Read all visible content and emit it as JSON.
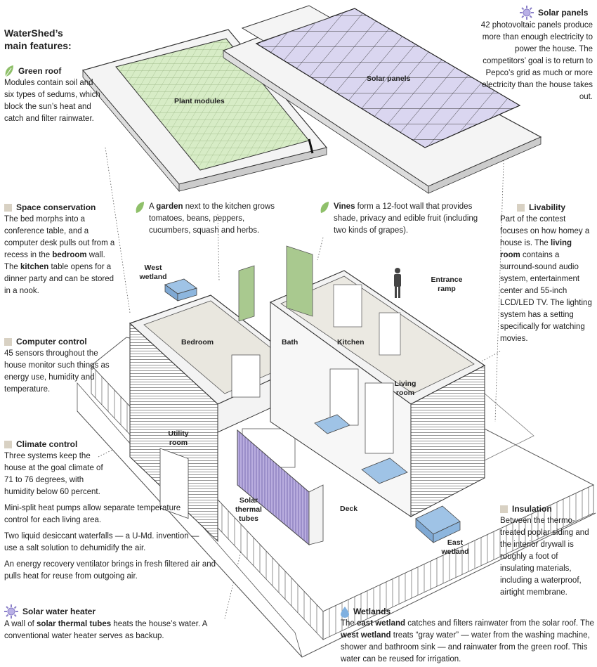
{
  "title": "WaterShed’s main features:",
  "green_roof": {
    "heading": "Green roof",
    "body": "Modules contain soil and six types of sedums, which block the sun’s heat and catch and filter rainwater."
  },
  "solar_panels": {
    "heading": "Solar panels",
    "body": "42 photovoltaic panels produce more than enough electricity to power the house. The competitors’ goal is to return to Pepco’s grid as much or more electricity than the house takes out."
  },
  "space": {
    "heading": "Space conservation",
    "p1": "The bed morphs into a conference table, and a computer desk pulls out from a recess in the",
    "b1": "bedroom",
    "p2": " wall. The",
    "b2": "kitchen",
    "p3": " table opens for a dinner party and can be stored in a nook."
  },
  "garden": {
    "pre": "A ",
    "bold": "garden",
    "post": " next to the kitchen grows tomatoes, beans, peppers, cucumbers, squash and herbs."
  },
  "vines": {
    "bold": "Vines",
    "post": " form a 12-foot wall that provides shade, privacy and edible fruit (including two kinds of grapes)."
  },
  "livability": {
    "heading": "Livability",
    "p1": "Part of the contest focuses on how homey a house is. The",
    "b1": "living room",
    "p2": "contains a surround-sound audio system, entertainment center and 55-inch LCD/LED TV. The lighting system has a setting specifically for watching movies."
  },
  "computer": {
    "heading": "Computer control",
    "body": "45 sensors throughout the house monitor such things as energy use, humidity and temperature."
  },
  "climate": {
    "heading": "Climate control",
    "p1": "Three systems keep the house at the goal climate of 71 to 76 degrees, with humidity below 60 percent.",
    "p2": "Mini-split heat pumps allow separate temperature control for each living area.",
    "p3": "Two liquid desiccant waterfalls — a U-Md. invention — use a salt solution to dehumidify the air.",
    "p4": "An energy recovery ventilator brings in fresh filtered air and pulls heat for reuse from outgoing air."
  },
  "insulation": {
    "heading": "Insulation",
    "body": "Between the thermo-treated poplar siding and the interior drywall is roughly a foot of insulating materials, including a waterproof, airtight membrane."
  },
  "water_heater": {
    "heading": "Solar water heater",
    "pre": "A wall of ",
    "bold": "solar thermal tubes",
    "post": " heats the house’s water. A conventional water heater serves as backup."
  },
  "wetlands": {
    "heading": "Wetlands",
    "pre": "The ",
    "b1": "east wetland",
    "mid": " catches and filters rainwater from the solar roof. The ",
    "b2": "west wetland",
    "post": " treats “gray water” — water from the washing machine, shower and bathroom sink — and rainwater from the green roof. This water can be reused for irrigation."
  },
  "labels": {
    "plant_modules": "Plant modules",
    "solar_panels": "Solar panels",
    "west_wetland": "West wetland",
    "entrance_ramp": "Entrance ramp",
    "bedroom": "Bedroom",
    "bath": "Bath",
    "kitchen": "Kitchen",
    "living_room": "Living room",
    "utility_room": "Utility room",
    "solar_thermal_tubes": "Solar thermal tubes",
    "deck": "Deck",
    "east_wetland": "East wetland"
  },
  "colors": {
    "green_roof": "#d7ecc6",
    "solar": "#dad6f0",
    "water": "#9fc3e6",
    "tubes": "#b9addf",
    "leaf": "#8fc06a",
    "tan": "#d8d1c3"
  },
  "icons": [
    "leaf-icon",
    "sun-icon",
    "tan-square-icon",
    "water-drop-icon"
  ]
}
